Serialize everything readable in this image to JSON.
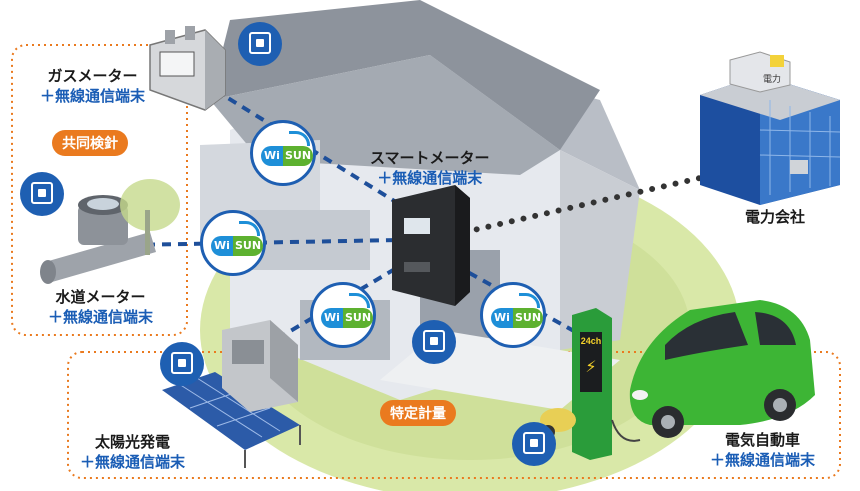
{
  "nodes": {
    "gas_meter": {
      "title": "ガスメーター",
      "sub": "＋無線通信端末"
    },
    "water_meter": {
      "title": "水道メーター",
      "sub": "＋無線通信端末"
    },
    "smart_meter": {
      "title": "スマートメーター",
      "sub": "＋無線通信端末"
    },
    "solar": {
      "title": "太陽光発電",
      "sub": "＋無線通信端末"
    },
    "ev": {
      "title": "電気自動車",
      "sub": "＋無線通信端末"
    },
    "power_company": {
      "title": "電力会社"
    }
  },
  "tags": {
    "joint_reading": "共同検針",
    "specific_metering": "特定計量"
  },
  "wisun": {
    "wi": "Wi",
    "sun": "SUN"
  },
  "building_sign": "電力",
  "charger_label": "24ch",
  "colors": {
    "accent_orange": "#ea7a1f",
    "wisun_blue": "#1e5fb2",
    "wisun_green": "#5db130",
    "label_blue": "#1a5db5",
    "car_green": "#3db535",
    "lawn_green": "#d8e6a6"
  },
  "icons": [
    "gas-meter-icon",
    "water-meter-icon",
    "smart-meter-icon",
    "solar-panel-icon",
    "ev-car-icon",
    "ev-charger-icon",
    "office-building-icon",
    "chip-icon",
    "wisun-badge-icon"
  ]
}
